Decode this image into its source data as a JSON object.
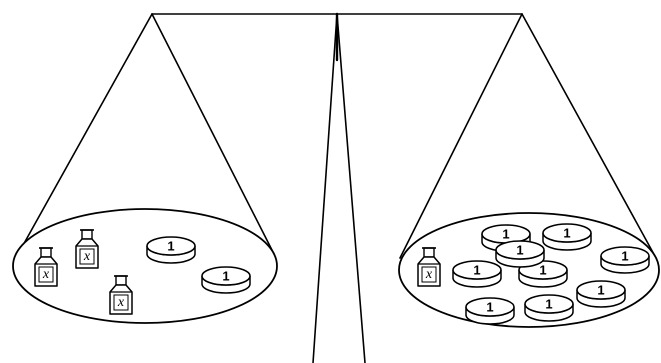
{
  "scale": {
    "left_pan": {
      "weights": [
        {
          "label": "x"
        },
        {
          "label": "x"
        },
        {
          "label": "x"
        }
      ],
      "coins": [
        {
          "label": "1"
        },
        {
          "label": "1"
        }
      ]
    },
    "right_pan": {
      "weights": [
        {
          "label": "x"
        }
      ],
      "coins": [
        {
          "label": "1"
        },
        {
          "label": "1"
        },
        {
          "label": "1"
        },
        {
          "label": "1"
        },
        {
          "label": "1"
        },
        {
          "label": "1"
        },
        {
          "label": "1"
        },
        {
          "label": "1"
        },
        {
          "label": "1"
        }
      ]
    }
  }
}
